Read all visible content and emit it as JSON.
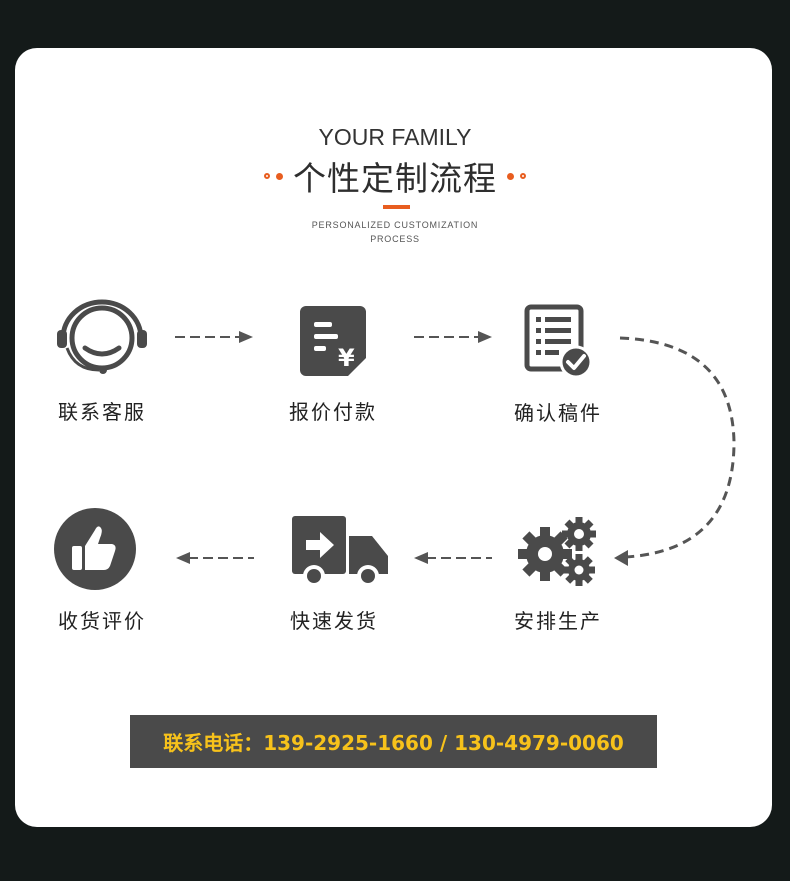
{
  "header": {
    "title_en": "YOUR FAMILY",
    "title_cn": "个性定制流程",
    "subtitle_line1": "PERSONALIZED CUSTOMIZATION",
    "subtitle_line2": "PROCESS"
  },
  "steps": [
    {
      "label": "联系客服",
      "icon": "customer-service-headset-icon"
    },
    {
      "label": "报价付款",
      "icon": "invoice-yuan-icon"
    },
    {
      "label": "确认稿件",
      "icon": "document-check-icon"
    },
    {
      "label": "安排生产",
      "icon": "gears-icon"
    },
    {
      "label": "快速发货",
      "icon": "delivery-truck-icon"
    },
    {
      "label": "收货评价",
      "icon": "thumbs-up-icon"
    }
  ],
  "contact": {
    "text": "联系电话：139-2925-1660 / 130-4979-0060"
  },
  "colors": {
    "accent": "#e85d1f",
    "icon": "#4a4a4a",
    "contact_bg": "#4a4a4a",
    "contact_text": "#f7c21b",
    "page_bg": "#141a19"
  }
}
